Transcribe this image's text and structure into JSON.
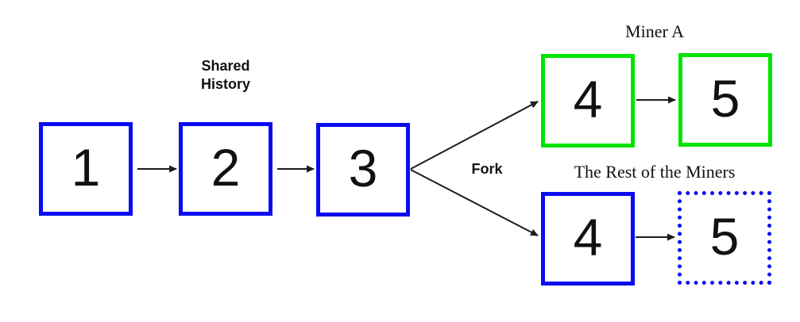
{
  "diagram": {
    "type": "blockchain-fork-diagram",
    "labels": {
      "shared_history_line1": "Shared",
      "shared_history_line2": "History",
      "fork": "Fork",
      "miner_a": "Miner A",
      "rest_of_miners": "The Rest of the Miners"
    },
    "blocks": [
      {
        "label": "1",
        "chain": "shared-history",
        "border": "solid-blue"
      },
      {
        "label": "2",
        "chain": "shared-history",
        "border": "solid-blue"
      },
      {
        "label": "3",
        "chain": "shared-history",
        "border": "solid-blue"
      },
      {
        "label": "4",
        "chain": "miner-a",
        "border": "solid-green"
      },
      {
        "label": "5",
        "chain": "miner-a",
        "border": "solid-green"
      },
      {
        "label": "4",
        "chain": "rest-of-the-miners",
        "border": "solid-blue"
      },
      {
        "label": "5",
        "chain": "rest-of-the-miners",
        "border": "dotted-blue"
      }
    ],
    "edges": [
      {
        "from": "1",
        "to": "2"
      },
      {
        "from": "2",
        "to": "3"
      },
      {
        "from": "3",
        "to": "4-miner-a",
        "via": "fork"
      },
      {
        "from": "3",
        "to": "4-rest",
        "via": "fork"
      },
      {
        "from": "4-miner-a",
        "to": "5-miner-a"
      },
      {
        "from": "4-rest",
        "to": "5-rest"
      }
    ],
    "colors": {
      "main_chain_blue": "#0b0cf0",
      "miner_a_green": "#00e400",
      "arrow_black": "#1c1c1c",
      "text_black": "#111111",
      "background": "#ffffff"
    }
  }
}
